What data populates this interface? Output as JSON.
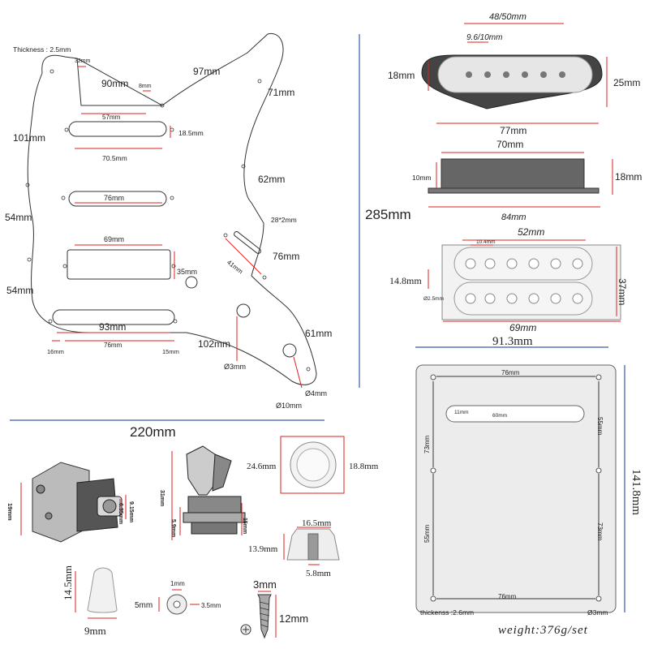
{
  "pickguard": {
    "thickness": "Thickness : 2.5mm",
    "d32": "32mm",
    "d90": "90mm",
    "d8": "8mm",
    "d97": "97mm",
    "d71": "71mm",
    "d57": "57mm",
    "d101": "101mm",
    "d18_5": "18.5mm",
    "d70_5": "70.5mm",
    "d62": "62mm",
    "d76a": "76mm",
    "d54a": "54mm",
    "d28x2": "28*2mm",
    "d76b": "76mm",
    "d41": "41mm",
    "d69": "69mm",
    "d35": "35mm",
    "d54b": "54mm",
    "d93": "93mm",
    "d61": "61mm",
    "d102": "102mm",
    "d16": "16mm",
    "d76c": "76mm",
    "d15": "15mm",
    "d3": "Ø3mm",
    "d4": "Ø4mm",
    "d10": "Ø10mm",
    "d285": "285mm",
    "d220": "220mm"
  },
  "single_pickup": {
    "d48_50": "48/50mm",
    "d9_6": "9.6/10mm",
    "d18": "18mm",
    "d25": "25mm",
    "d77": "77mm",
    "d70": "70mm",
    "d10": "10mm",
    "d18b": "18mm",
    "d84": "84mm"
  },
  "humbucker": {
    "d52": "52mm",
    "d10_4": "10.4mm",
    "d14_8": "14.8mm",
    "d37": "37mm",
    "d2_5": "Ø2.5mm",
    "d69": "69mm"
  },
  "backplate": {
    "d91_3": "91.3mm",
    "d76top": "76mm",
    "d11": "11mm",
    "d60": "60mm",
    "d55a": "55mm",
    "d73a": "73mm",
    "d73b": "73mm",
    "d55b": "55mm",
    "d76bot": "76mm",
    "thickness": "thickenss :2.6mm",
    "d3": "Ø3mm",
    "d141_8": "141.8mm"
  },
  "jack": {
    "d19": "19mm",
    "d9_15": "9.15mm",
    "d6_35": "6.35mm",
    "d31": "31mm",
    "d5_9": "5.9mm",
    "d15": "15mm"
  },
  "knob": {
    "d24_6": "24.6mm",
    "d18_8": "18.8mm",
    "d16_5": "16.5mm",
    "d13_9": "13.9mm",
    "d5_8": "5.8mm"
  },
  "tip": {
    "d14_5": "14.5mm",
    "d9": "9mm"
  },
  "washer": {
    "d1": "1mm",
    "d5": "5mm",
    "d3_5": "3.5mm"
  },
  "screw": {
    "d3": "3mm",
    "d12": "12mm"
  },
  "weight": "weight:376g/set"
}
